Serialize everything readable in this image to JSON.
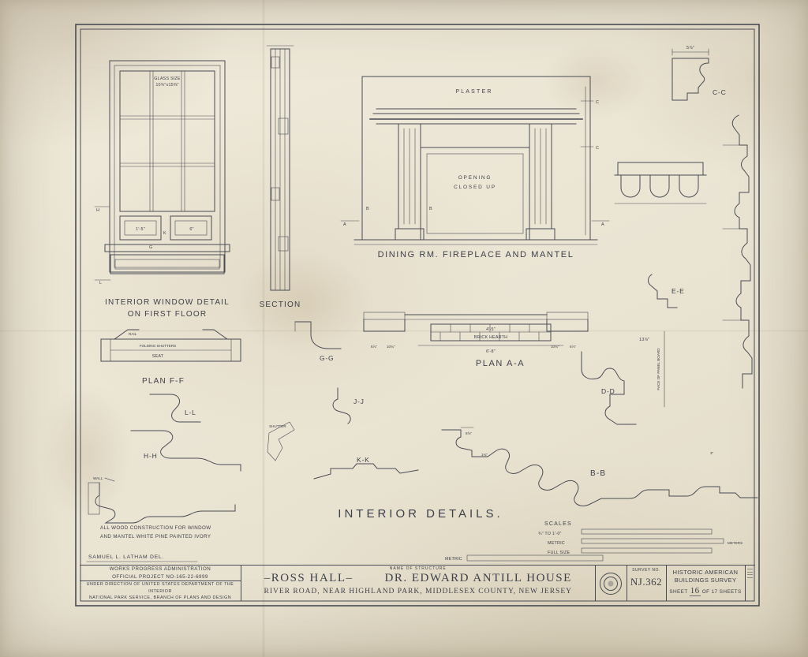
{
  "palette": {
    "paper": "#eae4d4",
    "ink": "#4a4c55"
  },
  "window_detail": {
    "glass_size_line1": "GLASS SIZE",
    "glass_size_line2": "10¾\"x15⅜\"",
    "dim_panel": "1'-5\"",
    "dim_gap": "6\"",
    "marker_h": "H",
    "marker_k": "K",
    "marker_g": "G",
    "marker_l": "L",
    "caption_line1": "INTERIOR WINDOW DETAIL",
    "caption_line2": "ON FIRST FLOOR"
  },
  "section_detail": {
    "caption": "SECTION"
  },
  "fireplace": {
    "plaster_label": "PLASTER",
    "opening_line1": "OPENING",
    "opening_line2": "CLOSED UP",
    "marker_a": "A",
    "marker_b": "B",
    "marker_c": "C",
    "caption": "DINING RM. FIREPLACE AND MANTEL"
  },
  "plan_aa": {
    "dim_width_top": "4'-5\"",
    "hearth_label": "BRICK HEARTH",
    "dim_width_bottom": "6'-8\"",
    "dim_left_a": "6⅞\"",
    "dim_left_b": "10¾\"",
    "dim_right_a": "10¾\"",
    "dim_right_b": "6⅞\"",
    "caption": "PLAN A-A"
  },
  "plan_ff": {
    "shutters_label": "FOLDING SHUTTERS",
    "seat_label": "SEAT",
    "rail_label": "RAIL",
    "caption": "PLAN F-F"
  },
  "profiles": {
    "cc_label": "C-C",
    "cc_dim": "5⅞\"",
    "ee_label": "E-E",
    "dd_label": "D-D",
    "dd_dim": "13⅞\"",
    "panel_board_note": "FACE OF PANEL BOARD",
    "gg_label": "G-G",
    "jj_label": "J-J",
    "ll_label": "L-L",
    "hh_label": "H-H",
    "kk_label": "K-K",
    "bb_label": "B-B",
    "bb_dim_a": "6⅝\"",
    "bb_dim_b": "1¾\"",
    "bb_dim_c": "3\"",
    "shutter_label": "SHUTTER",
    "wall_label": "WALL"
  },
  "sheet": {
    "main_title": "INTERIOR DETAILS.",
    "note_line1": "ALL WOOD CONSTRUCTION FOR WINDOW",
    "note_line2": "AND MANTEL WHITE PINE PAINTED IVORY",
    "delineator": "SAMUEL L. LATHAM DEL.",
    "metric_bar_label": "METRIC"
  },
  "scales": {
    "title": "SCALES",
    "imperial_label": "¾\" TO 1'-0\"",
    "metric_label": "METRIC",
    "full_size_label": "FULL SIZE",
    "meters_label": "METERS"
  },
  "title_block": {
    "wpa_line1": "WORKS PROGRESS ADMINISTRATION",
    "wpa_line2": "OFFICIAL PROJECT NO-165-22-6999",
    "doi_line1": "UNDER DIRECTION OF UNITED STATES DEPARTMENT OF THE INTERIOR",
    "doi_line2": "NATIONAL PARK SERVICE, BRANCH OF PLANS AND DESIGN",
    "name_of_structure_label": "NAME OF STRUCTURE",
    "structure_name_left": "–ROSS HALL–",
    "structure_name_right": "DR. EDWARD ANTILL HOUSE",
    "address": "RIVER ROAD, NEAR HIGHLAND PARK, MIDDLESEX COUNTY, NEW JERSEY",
    "survey_label": "SURVEY NO.",
    "survey_number": "NJ.362",
    "habs_line1": "HISTORIC AMERICAN",
    "habs_line2": "BUILDINGS SURVEY",
    "sheet_word": "SHEET",
    "sheet_number": "16",
    "sheet_of": "OF 17 SHEETS"
  }
}
